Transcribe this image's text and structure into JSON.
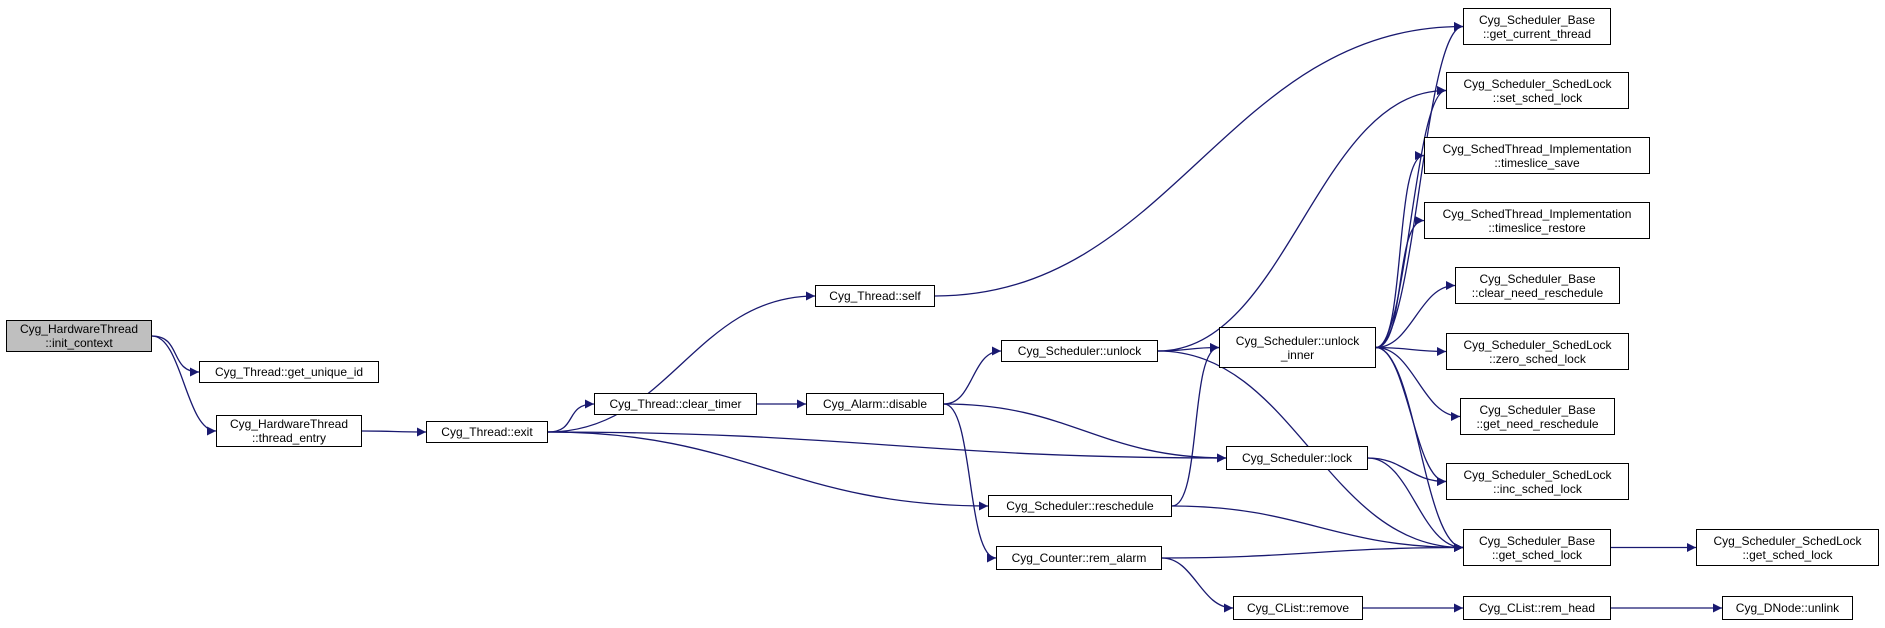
{
  "colors": {
    "edge": "#191970",
    "root_fill": "#bfbfbf",
    "node_fill": "#ffffff",
    "border": "#000000"
  },
  "nodes": {
    "init_context": {
      "line1": "Cyg_HardwareThread",
      "line2": "::init_context"
    },
    "get_unique_id": {
      "line1": "Cyg_Thread::get_unique_id",
      "line2": ""
    },
    "thread_entry": {
      "line1": "Cyg_HardwareThread",
      "line2": "::thread_entry"
    },
    "exit": {
      "line1": "Cyg_Thread::exit",
      "line2": ""
    },
    "self": {
      "line1": "Cyg_Thread::self",
      "line2": ""
    },
    "clear_timer": {
      "line1": "Cyg_Thread::clear_timer",
      "line2": ""
    },
    "disable": {
      "line1": "Cyg_Alarm::disable",
      "line2": ""
    },
    "sched_unlock": {
      "line1": "Cyg_Scheduler::unlock",
      "line2": ""
    },
    "sched_reschedule": {
      "line1": "Cyg_Scheduler::reschedule",
      "line2": ""
    },
    "rem_alarm": {
      "line1": "Cyg_Counter::rem_alarm",
      "line2": ""
    },
    "unlock_inner": {
      "line1": "Cyg_Scheduler::unlock",
      "line2": "_inner"
    },
    "sched_lock": {
      "line1": "Cyg_Scheduler::lock",
      "line2": ""
    },
    "clist_remove": {
      "line1": "Cyg_CList::remove",
      "line2": ""
    },
    "get_current_thread": {
      "line1": "Cyg_Scheduler_Base",
      "line2": "::get_current_thread"
    },
    "set_sched_lock": {
      "line1": "Cyg_Scheduler_SchedLock",
      "line2": "::set_sched_lock"
    },
    "timeslice_save": {
      "line1": "Cyg_SchedThread_Implementation",
      "line2": "::timeslice_save"
    },
    "timeslice_restore": {
      "line1": "Cyg_SchedThread_Implementation",
      "line2": "::timeslice_restore"
    },
    "clear_need_reschedule": {
      "line1": "Cyg_Scheduler_Base",
      "line2": "::clear_need_reschedule"
    },
    "zero_sched_lock": {
      "line1": "Cyg_Scheduler_SchedLock",
      "line2": "::zero_sched_lock"
    },
    "get_need_reschedule": {
      "line1": "Cyg_Scheduler_Base",
      "line2": "::get_need_reschedule"
    },
    "inc_sched_lock": {
      "line1": "Cyg_Scheduler_SchedLock",
      "line2": "::inc_sched_lock"
    },
    "base_get_sched_lock": {
      "line1": "Cyg_Scheduler_Base",
      "line2": "::get_sched_lock"
    },
    "rem_head": {
      "line1": "Cyg_CList::rem_head",
      "line2": ""
    },
    "schedlock_get_sched_lock": {
      "line1": "Cyg_Scheduler_SchedLock",
      "line2": "::get_sched_lock"
    },
    "dnode_unlink": {
      "line1": "Cyg_DNode::unlink",
      "line2": ""
    }
  },
  "edges": [
    [
      "init_context",
      "get_unique_id"
    ],
    [
      "init_context",
      "thread_entry"
    ],
    [
      "thread_entry",
      "exit"
    ],
    [
      "exit",
      "self"
    ],
    [
      "exit",
      "clear_timer"
    ],
    [
      "exit",
      "sched_lock"
    ],
    [
      "exit",
      "sched_reschedule"
    ],
    [
      "self",
      "get_current_thread"
    ],
    [
      "clear_timer",
      "disable"
    ],
    [
      "disable",
      "sched_unlock"
    ],
    [
      "disable",
      "sched_lock"
    ],
    [
      "disable",
      "rem_alarm"
    ],
    [
      "sched_unlock",
      "set_sched_lock"
    ],
    [
      "sched_unlock",
      "unlock_inner"
    ],
    [
      "sched_unlock",
      "base_get_sched_lock"
    ],
    [
      "sched_reschedule",
      "unlock_inner"
    ],
    [
      "sched_reschedule",
      "base_get_sched_lock"
    ],
    [
      "rem_alarm",
      "base_get_sched_lock"
    ],
    [
      "rem_alarm",
      "clist_remove"
    ],
    [
      "unlock_inner",
      "get_current_thread"
    ],
    [
      "unlock_inner",
      "set_sched_lock"
    ],
    [
      "unlock_inner",
      "timeslice_save"
    ],
    [
      "unlock_inner",
      "timeslice_restore"
    ],
    [
      "unlock_inner",
      "clear_need_reschedule"
    ],
    [
      "unlock_inner",
      "zero_sched_lock"
    ],
    [
      "unlock_inner",
      "get_need_reschedule"
    ],
    [
      "unlock_inner",
      "inc_sched_lock"
    ],
    [
      "unlock_inner",
      "base_get_sched_lock"
    ],
    [
      "sched_lock",
      "inc_sched_lock"
    ],
    [
      "sched_lock",
      "base_get_sched_lock"
    ],
    [
      "clist_remove",
      "rem_head"
    ],
    [
      "base_get_sched_lock",
      "schedlock_get_sched_lock"
    ],
    [
      "rem_head",
      "dnode_unlink"
    ]
  ]
}
